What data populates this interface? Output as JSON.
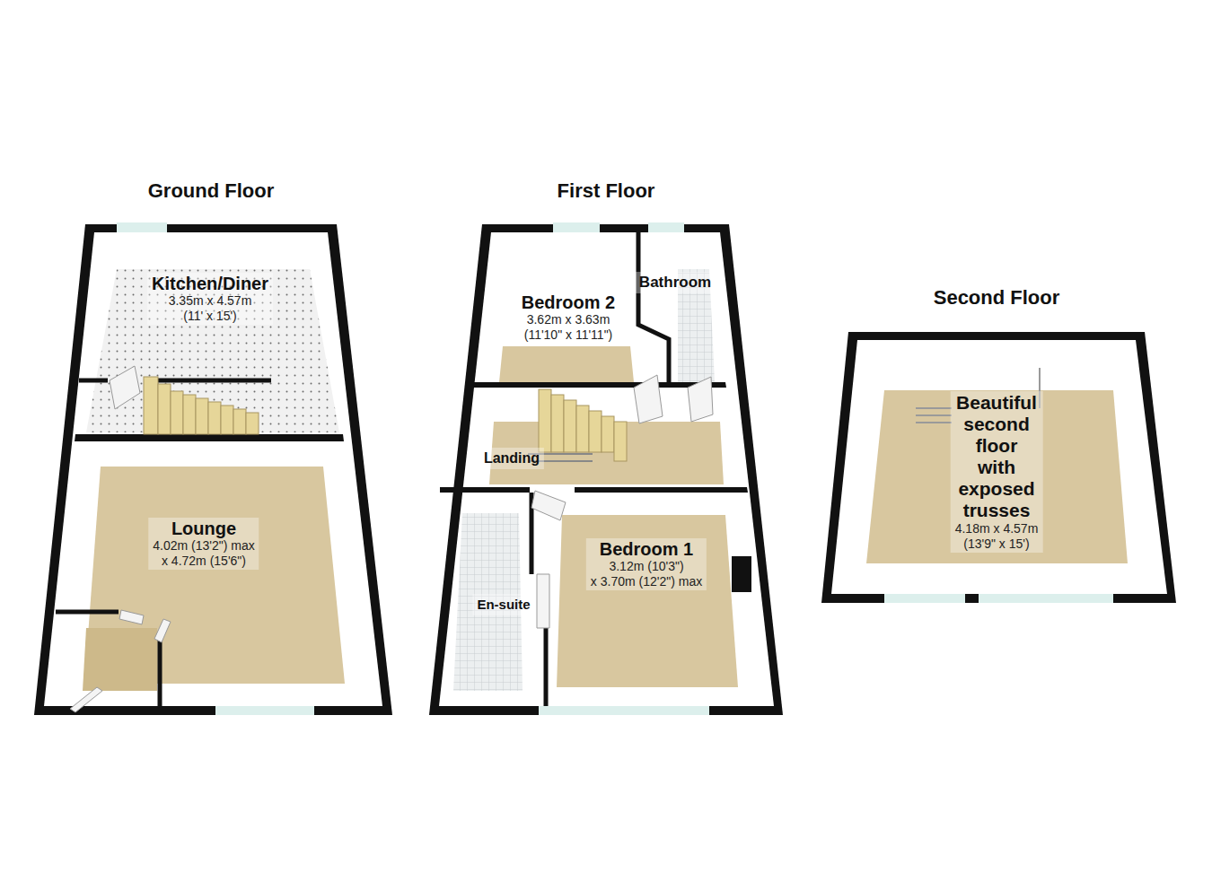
{
  "diagram": {
    "nodes": [
      {
        "text": [
          "Ground Floor"
        ]
      },
      {
        "text": [
          "Kitchen/Diner",
          "3.35m x 4.57m",
          "(11' x 15')"
        ],
        "in": 0
      },
      {
        "text": [
          "Lounge",
          "4.02m (13'2\") max",
          "x 4.72m (15'6\")"
        ],
        "in": 0
      },
      {
        "text": [
          "First Floor"
        ]
      },
      {
        "text": [
          "Bedroom 2",
          "3.62m x 3.63m",
          "(11'10\" x 11'11\")"
        ],
        "in": 3
      },
      {
        "text": [
          "Bathroom"
        ],
        "in": 3
      },
      {
        "text": [
          "Landing"
        ],
        "in": 3
      },
      {
        "text": [
          "Bedroom 1",
          "3.12m (10'3\")",
          "x 3.70m (12'2\") max"
        ],
        "in": 3
      },
      {
        "text": [
          "En-suite"
        ],
        "in": 3
      },
      {
        "text": [
          "Second Floor"
        ]
      },
      {
        "text": [
          "Beautiful second floor with exposed trusses",
          "4.18m x 4.57m",
          "(13'9\" x 15')"
        ],
        "in": 9
      }
    ]
  }
}
